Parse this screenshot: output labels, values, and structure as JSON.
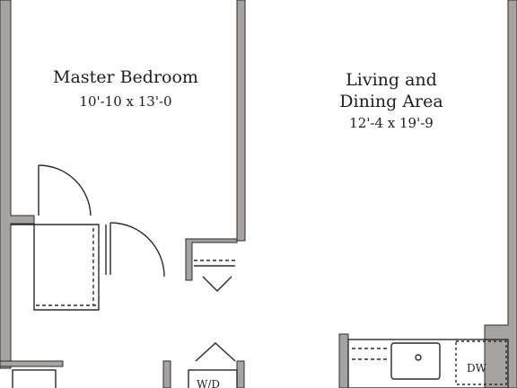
{
  "rooms": {
    "master_bedroom": {
      "name": "Master Bedroom",
      "dimensions": "10'-10 x 13'-0"
    },
    "living_dining": {
      "name_line1": "Living and",
      "name_line2": "Dining Area",
      "dimensions": "12'-4 x 19'-9"
    }
  },
  "fixtures": {
    "dishwasher": "DW",
    "washer_dryer": "W/D"
  },
  "colors": {
    "wall_fill": "#a6a3a1",
    "wall_stroke": "#2a2a2a",
    "line": "#2a2a2a",
    "floor": "#ffffff"
  }
}
